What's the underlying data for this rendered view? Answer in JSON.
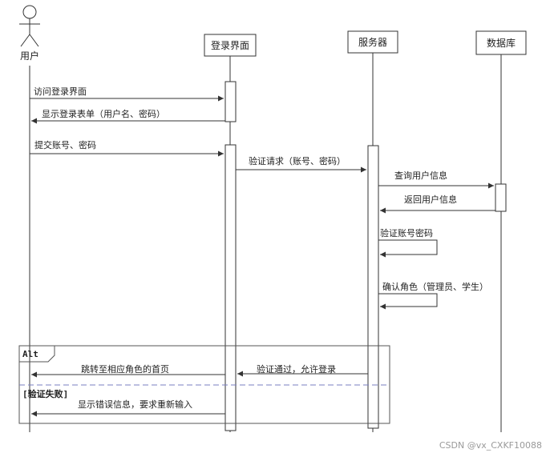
{
  "participants": {
    "user": "用户",
    "login_page": "登录界面",
    "server": "服务器",
    "database": "数据库"
  },
  "messages": {
    "m1": "访问登录界面",
    "m2": "显示登录表单（用户名、密码）",
    "m3": "提交账号、密码",
    "m4": "验证请求（账号、密码）",
    "m5": "查询用户信息",
    "m6": "返回用户信息",
    "m7": "验证账号密码",
    "m8": "确认角色（管理员、学生）",
    "m9": "验证通过，允许登录",
    "m10": "跳转至相应角色的首页",
    "m11": "显示错误信息，要求重新输入"
  },
  "fragment": {
    "operator": "Alt",
    "else_guard": "[验证失败]"
  },
  "watermark": "CSDN @vx_CXKF10088"
}
